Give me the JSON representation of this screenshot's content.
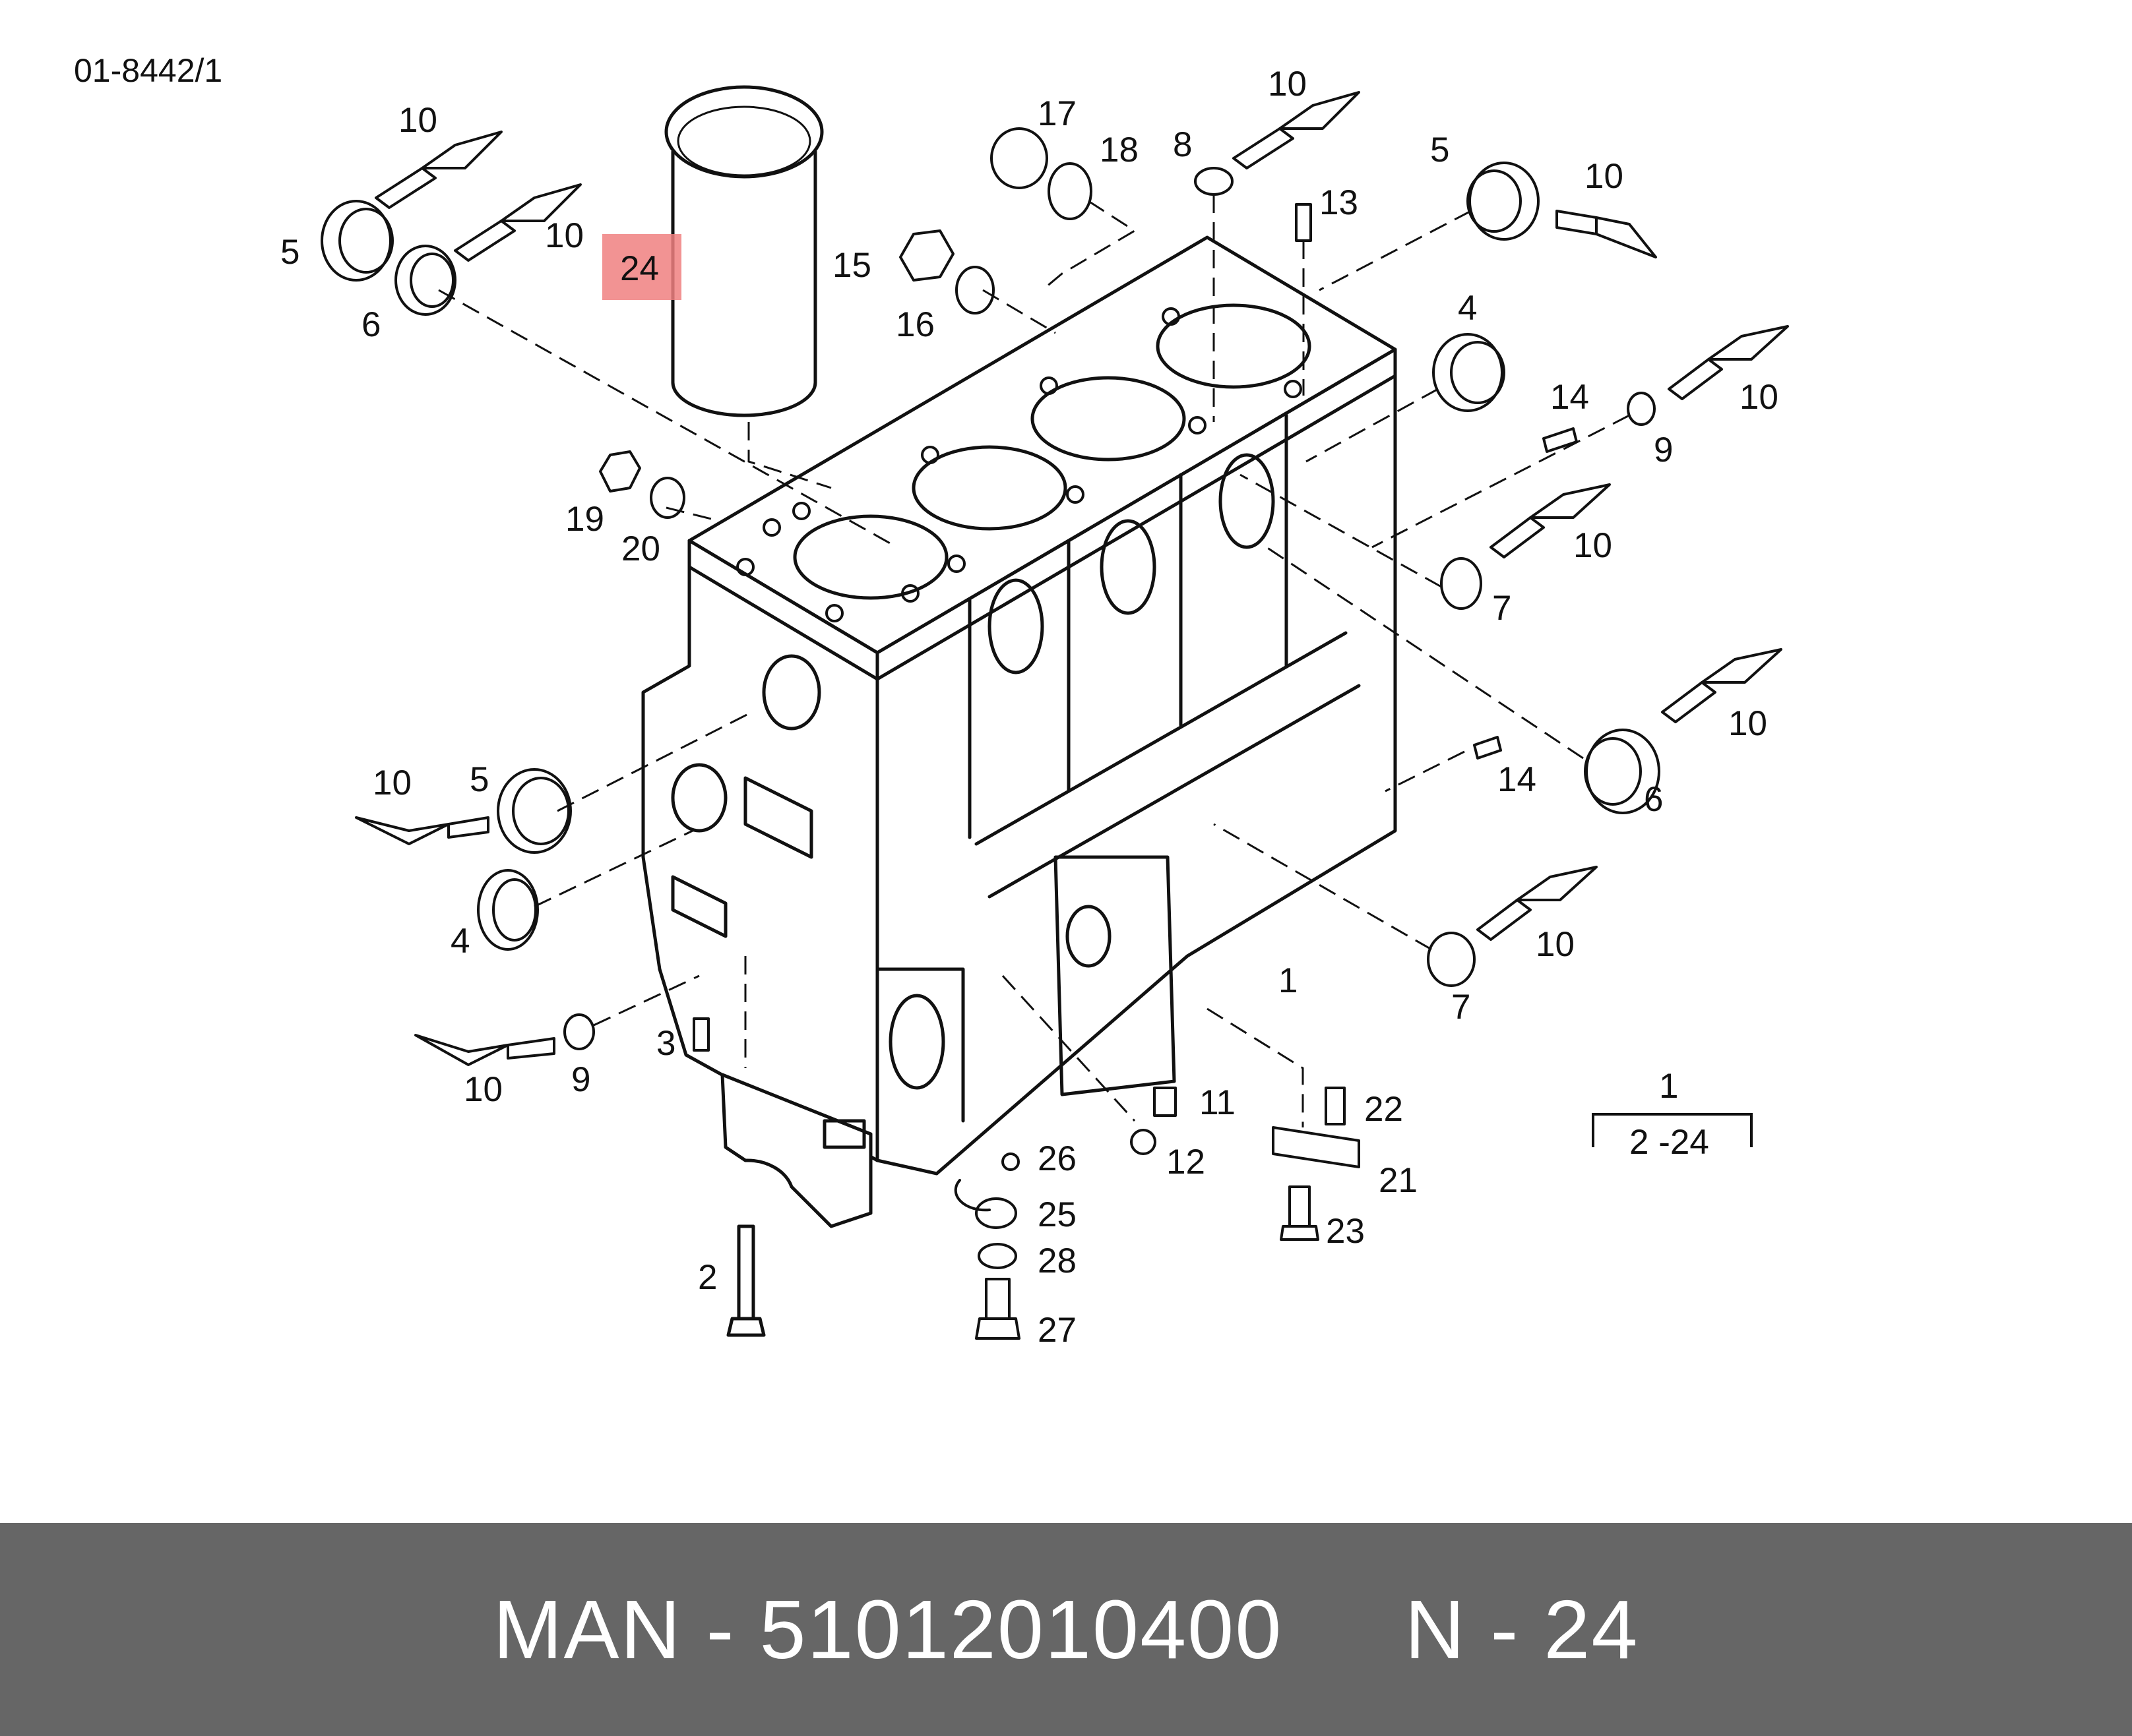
{
  "diagram": {
    "reference_code": "01-8442/1",
    "highlighted_part": "24",
    "highlight_color": "#f08080",
    "callouts": [
      {
        "id": "c10a",
        "label": "10"
      },
      {
        "id": "c10b",
        "label": "10"
      },
      {
        "id": "c5a",
        "label": "5"
      },
      {
        "id": "c6a",
        "label": "6"
      },
      {
        "id": "c17",
        "label": "17"
      },
      {
        "id": "c18",
        "label": "18"
      },
      {
        "id": "c8",
        "label": "8"
      },
      {
        "id": "c10c",
        "label": "10"
      },
      {
        "id": "c13",
        "label": "13"
      },
      {
        "id": "c5b",
        "label": "5"
      },
      {
        "id": "c10d",
        "label": "10"
      },
      {
        "id": "c15",
        "label": "15"
      },
      {
        "id": "c16",
        "label": "16"
      },
      {
        "id": "c4a",
        "label": "4"
      },
      {
        "id": "c14a",
        "label": "14"
      },
      {
        "id": "c10e",
        "label": "10"
      },
      {
        "id": "c9a",
        "label": "9"
      },
      {
        "id": "c19",
        "label": "19"
      },
      {
        "id": "c20",
        "label": "20"
      },
      {
        "id": "c10f",
        "label": "10"
      },
      {
        "id": "c7a",
        "label": "7"
      },
      {
        "id": "c10g",
        "label": "10"
      },
      {
        "id": "c6b",
        "label": "6"
      },
      {
        "id": "c14b",
        "label": "14"
      },
      {
        "id": "c10h",
        "label": "10"
      },
      {
        "id": "c5c",
        "label": "5"
      },
      {
        "id": "c4b",
        "label": "4"
      },
      {
        "id": "c10i",
        "label": "10"
      },
      {
        "id": "c1",
        "label": "1"
      },
      {
        "id": "c7b",
        "label": "7"
      },
      {
        "id": "c10j",
        "label": "10"
      },
      {
        "id": "c9b",
        "label": "9"
      },
      {
        "id": "c3",
        "label": "3"
      },
      {
        "id": "c11",
        "label": "11"
      },
      {
        "id": "c22",
        "label": "22"
      },
      {
        "id": "c26",
        "label": "26"
      },
      {
        "id": "c12",
        "label": "12"
      },
      {
        "id": "c21",
        "label": "21"
      },
      {
        "id": "c25",
        "label": "25"
      },
      {
        "id": "c23",
        "label": "23"
      },
      {
        "id": "c28",
        "label": "28"
      },
      {
        "id": "c2",
        "label": "2"
      },
      {
        "id": "c27",
        "label": "27"
      }
    ],
    "assembly_note": {
      "top": "1",
      "bottom": "2 -24"
    }
  },
  "footer": {
    "text": "MAN - 51012010400     N - 24",
    "background": "#666666",
    "text_color": "#ffffff"
  }
}
